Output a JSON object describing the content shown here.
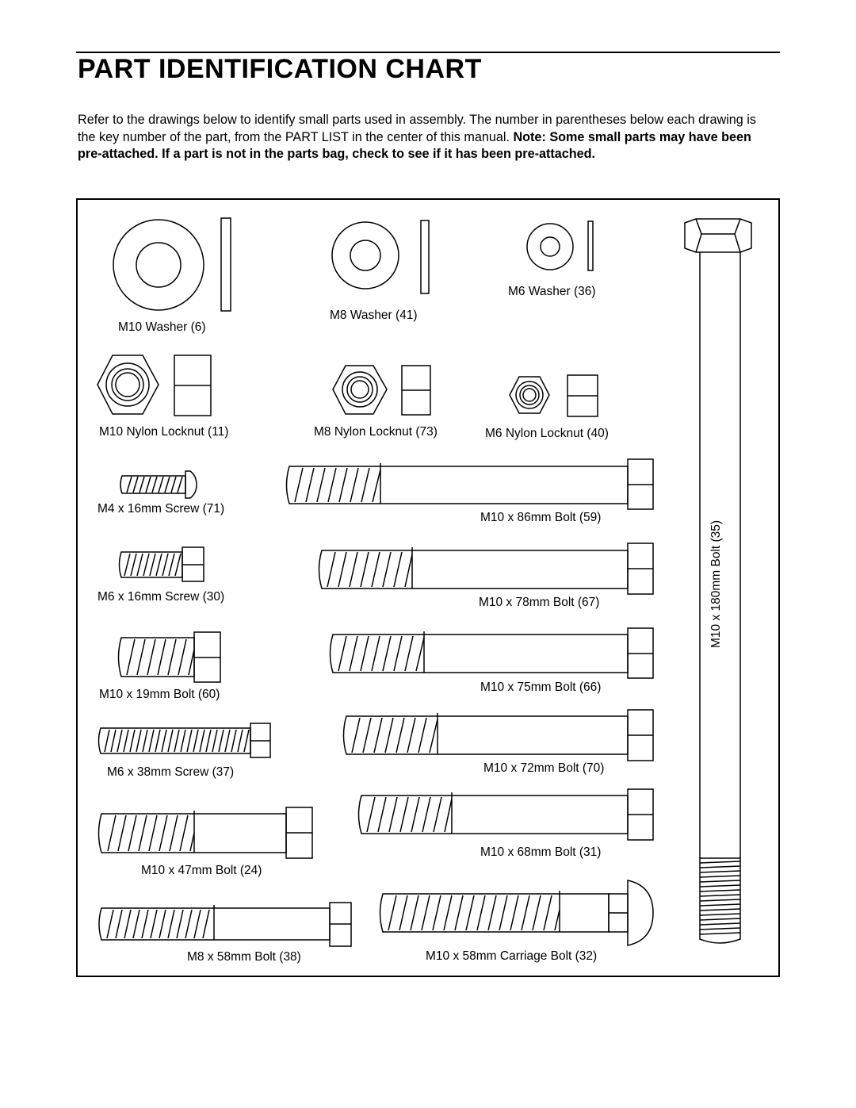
{
  "header": {
    "title": "PART IDENTIFICATION CHART"
  },
  "intro": {
    "text": "Refer to the drawings below to identify small parts used in assembly. The number in parentheses below each drawing is the key number of the part, from the PART LIST in the center of this manual. ",
    "note": "Note: Some small parts may have been pre-attached. If a part is not in the parts bag, check to see if it has been pre-attached."
  },
  "parts": {
    "m10_washer": "M10 Washer (6)",
    "m8_washer": "M8 Washer (41)",
    "m6_washer": "M6 Washer (36)",
    "m10_locknut": "M10 Nylon Locknut (11)",
    "m8_locknut": "M8 Nylon Locknut (73)",
    "m6_locknut": "M6 Nylon Locknut (40)",
    "m4_16_screw": "M4 x 16mm Screw (71)",
    "m6_16_screw": "M6 x 16mm Screw (30)",
    "m10_19_bolt": "M10 x 19mm Bolt (60)",
    "m6_38_screw": "M6 x 38mm Screw (37)",
    "m10_47_bolt": "M10 x 47mm Bolt (24)",
    "m8_58_bolt": "M8 x 58mm Bolt (38)",
    "m10_86_bolt": "M10 x 86mm Bolt (59)",
    "m10_78_bolt": "M10 x 78mm Bolt (67)",
    "m10_75_bolt": "M10 x 75mm Bolt (66)",
    "m10_72_bolt": "M10 x 72mm Bolt (70)",
    "m10_68_bolt": "M10 x 68mm Bolt (31)",
    "m10_58_carriage_bolt": "M10 x 58mm Carriage Bolt (32)",
    "m10_180_bolt": "M10 x 180mm Bolt (35)"
  }
}
